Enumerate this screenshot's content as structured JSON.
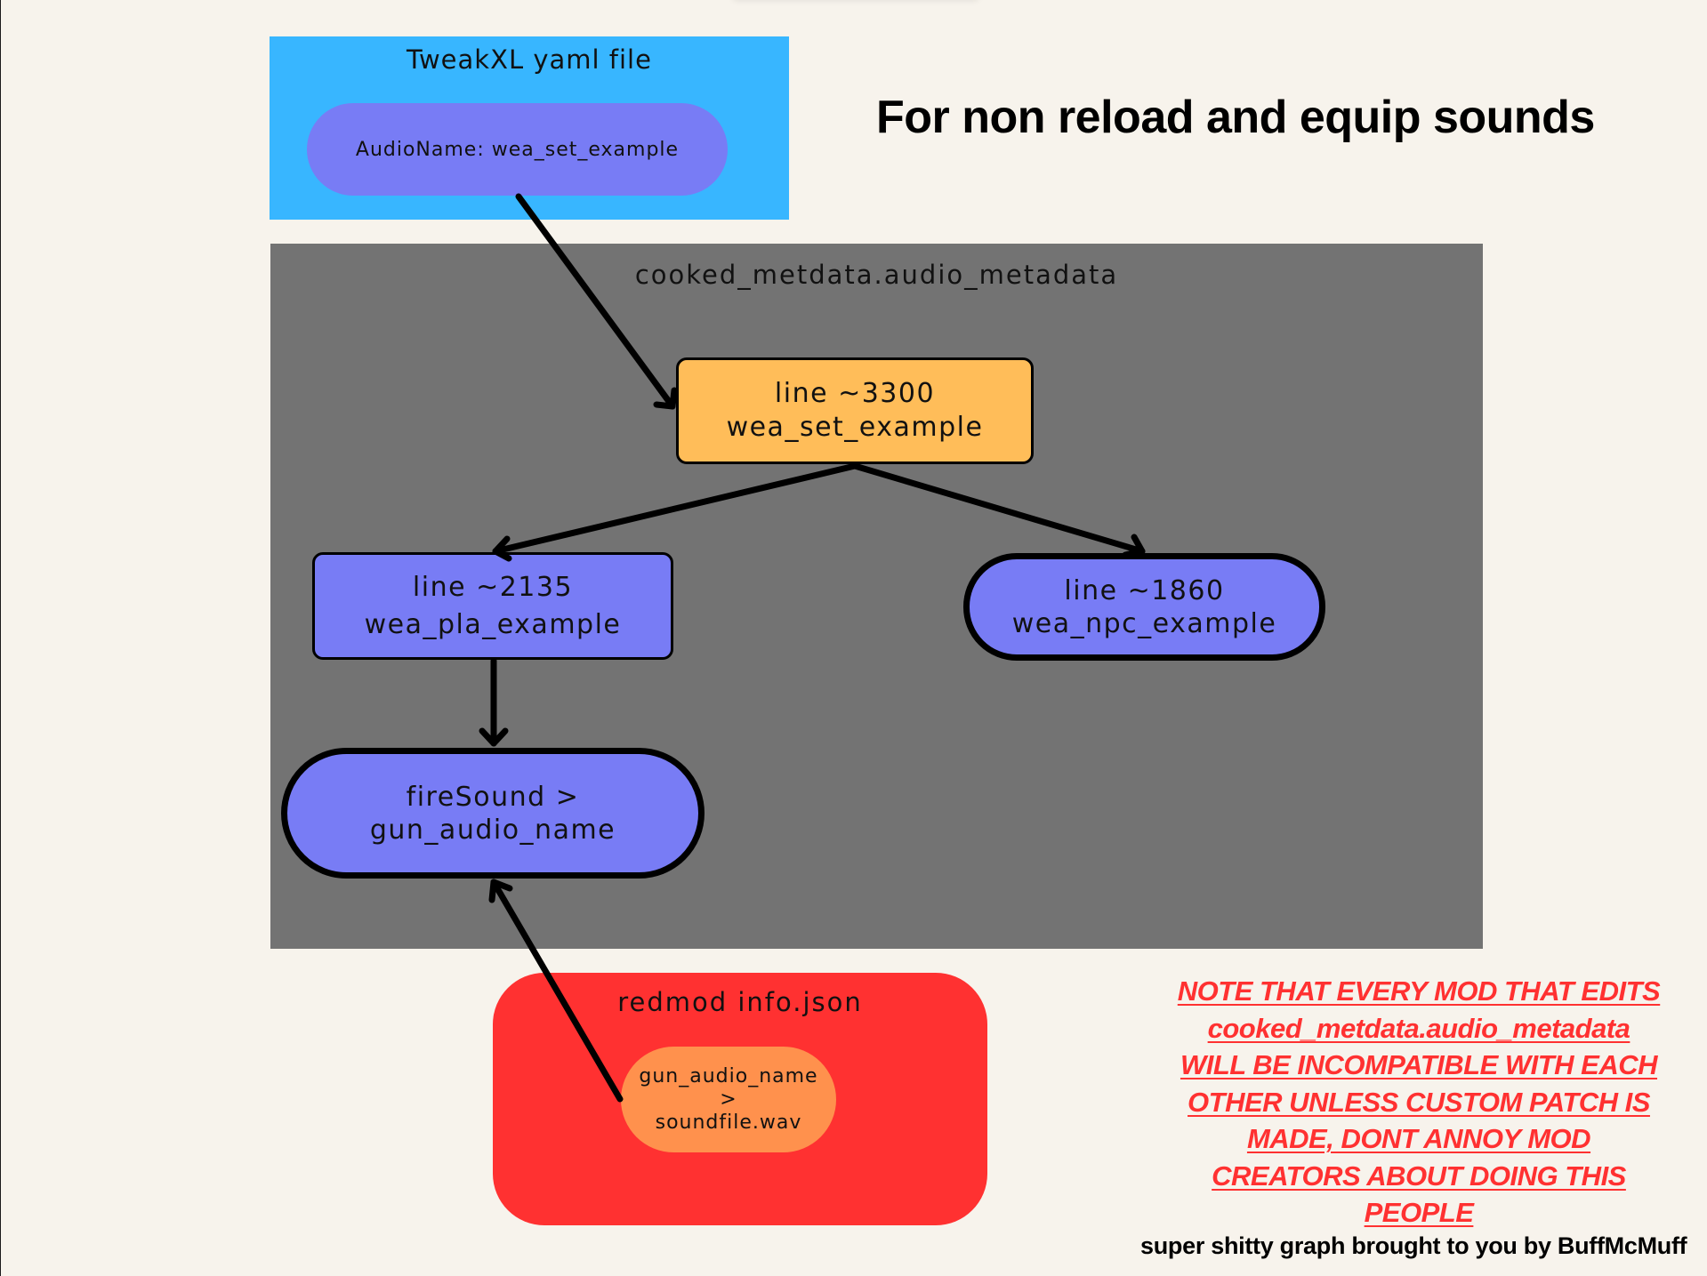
{
  "title": "For non reload and equip sounds",
  "tweakxl": {
    "title": "TweakXL yaml file",
    "entry": "AudioName: wea_set_example",
    "color": "#38b6ff",
    "pill_color": "#787cf5"
  },
  "metadata": {
    "label": "cooked_metdata.audio_metadata",
    "color": "#737373",
    "nodes": {
      "set": {
        "line": "line ~3300",
        "name": "wea_set_example",
        "color": "#ffbd59"
      },
      "pla": {
        "line": "line ~2135",
        "name": "wea_pla_example",
        "color": "#787cf5"
      },
      "npc": {
        "line": "line ~1860",
        "name": "wea_npc_example",
        "color": "#787cf5"
      },
      "fire": {
        "line": "fireSound >",
        "name": "gun_audio_name",
        "color": "#787cf5"
      }
    }
  },
  "redmod": {
    "title": "redmod info.json",
    "entry_lines": [
      "gun_audio_name",
      ">",
      "soundfile.wav"
    ],
    "color": "#ff3131",
    "pill_color": "#ff914d"
  },
  "edges": [
    {
      "from": "tweakxl.entry",
      "to": "metadata.nodes.set"
    },
    {
      "from": "metadata.nodes.set",
      "to": "metadata.nodes.pla"
    },
    {
      "from": "metadata.nodes.set",
      "to": "metadata.nodes.npc"
    },
    {
      "from": "metadata.nodes.pla",
      "to": "metadata.nodes.fire"
    },
    {
      "from": "redmod.entry",
      "to": "metadata.nodes.fire"
    }
  ],
  "note": {
    "lines": [
      "NOTE THAT EVERY MOD THAT EDITS",
      "cooked_metdata.audio_metadata",
      "WILL BE INCOMPATIBLE WITH EACH",
      "OTHER UNLESS CUSTOM PATCH IS",
      "MADE, DONT ANNOY MOD",
      "CREATORS ABOUT DOING THIS",
      "PEOPLE"
    ],
    "color": "#ff3131"
  },
  "credit": "super shitty graph brought to you by BuffMcMuff"
}
